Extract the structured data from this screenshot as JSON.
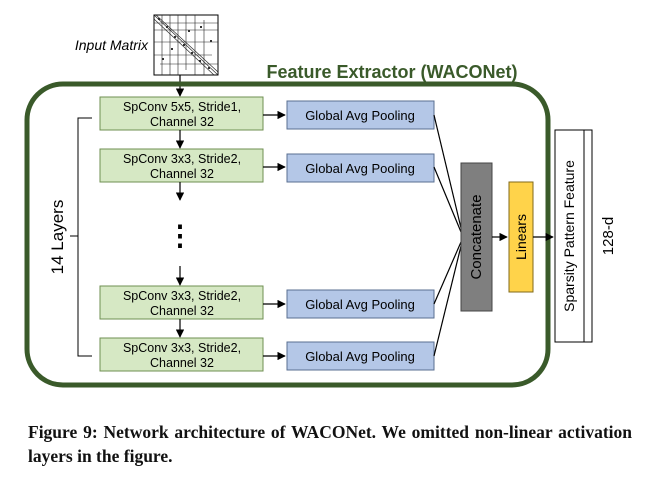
{
  "input": {
    "label": "Input Matrix"
  },
  "extractor": {
    "title": "Feature Extractor (WACONet)",
    "border_color": "#3a5a2a"
  },
  "layers_label": "14 Layers",
  "conv_blocks": [
    {
      "line1": "SpConv 5x5, Stride1,",
      "line2": "Channel 32"
    },
    {
      "line1": "SpConv 3x3, Stride2,",
      "line2": "Channel 32"
    },
    {
      "line1": "SpConv 3x3, Stride2,",
      "line2": "Channel 32"
    },
    {
      "line1": "SpConv 3x3, Stride2,",
      "line2": "Channel 32"
    }
  ],
  "pool_label": "Global Avg Pooling",
  "ellipsis": "⋮",
  "concat_label": "Concatenate",
  "linears_label": "Linears",
  "output": {
    "label": "Sparsity Pattern Feature",
    "dim": "128-d"
  },
  "colors": {
    "conv_fill": "#d6e8c4",
    "conv_stroke": "#6f8f52",
    "pool_fill": "#b4c7e7",
    "pool_stroke": "#5a6f91",
    "concat_fill": "#7f7f7f",
    "linears_fill": "#ffd34a"
  },
  "caption": "Figure 9: Network architecture of WACONet. We omitted non-linear activation layers in the figure."
}
